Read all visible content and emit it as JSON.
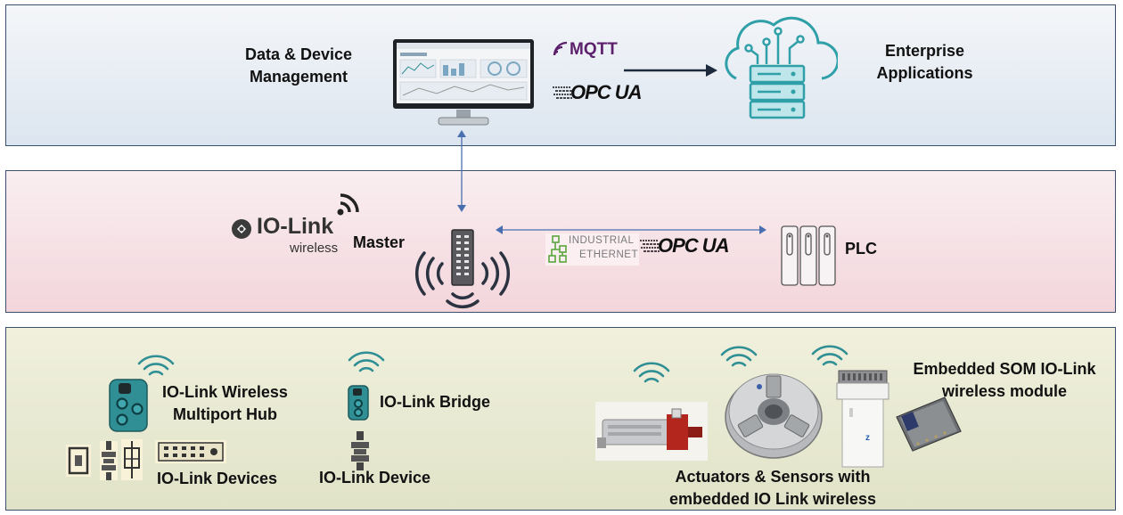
{
  "top": {
    "data_device_label": "Data & Device\nManagement",
    "mqtt": "MQTT",
    "opcua": "OPC UA",
    "enterprise_label": "Enterprise\nApplications"
  },
  "middle": {
    "iolink_brand": "IO-Link",
    "iolink_sub": "wireless",
    "master_label": "Master",
    "industrial": "INDUSTRIAL",
    "ethernet": "ETHERNET",
    "opcua": "OPC UA",
    "plc_label": "PLC"
  },
  "bottom": {
    "hub_label": "IO-Link Wireless\nMultiport Hub",
    "devices_label": "IO-Link Devices",
    "bridge_label": "IO-Link Bridge",
    "device_label": "IO-Link Device",
    "actuators_label": "Actuators & Sensors with\nembedded IO Link wireless",
    "som_label": "Embedded SOM IO-Link\nwireless module"
  },
  "colors": {
    "teal": "#2f8f94",
    "mqtt_purple": "#5b1f6b",
    "band_border": "#3a4f6e",
    "arrow_blue": "#4a6fb0"
  }
}
